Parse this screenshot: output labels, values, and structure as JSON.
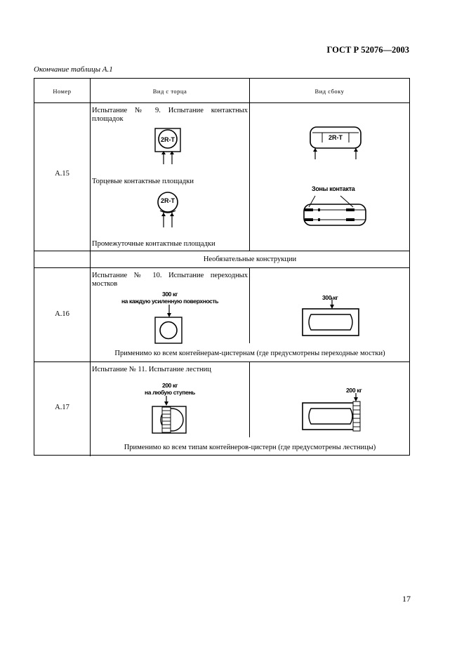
{
  "header": {
    "doc_title": "ГОСТ Р 52076—2003"
  },
  "caption": "Окончание таблицы А.1",
  "table": {
    "columns": [
      "Номер",
      "Вид с торца",
      "Вид сбоку"
    ],
    "section_optional": "Необязательные конструкции",
    "rows": [
      {
        "number": "А.15",
        "test_title": "Испытание № 9. Испытание контактных площадок",
        "end_view_label_1": "Торцевые контактные площадки",
        "end_view_label_2": "Промежуточные контактные площадки",
        "fig_text": "2R-T",
        "side_label": "Зоны контакта"
      },
      {
        "number": "А.16",
        "test_title": "Испытание № 10. Испытание переходных мостков",
        "load_line1": "300 кг",
        "load_line2": "на каждую усиленную поверхность",
        "side_load": "300 кг",
        "note": "Применимо ко всем контейнерам-цистернам (где предусмотрены переходные мостки)"
      },
      {
        "number": "А.17",
        "test_title": "Испытание № 11. Испытание лестниц",
        "load_line1": "200 кг",
        "load_line2": "на любую ступень",
        "side_load": "200 кг",
        "note": "Применимо ко всем типам контейнеров-цистерн (где предусмотрены лестницы)"
      }
    ]
  },
  "page_number": "17"
}
